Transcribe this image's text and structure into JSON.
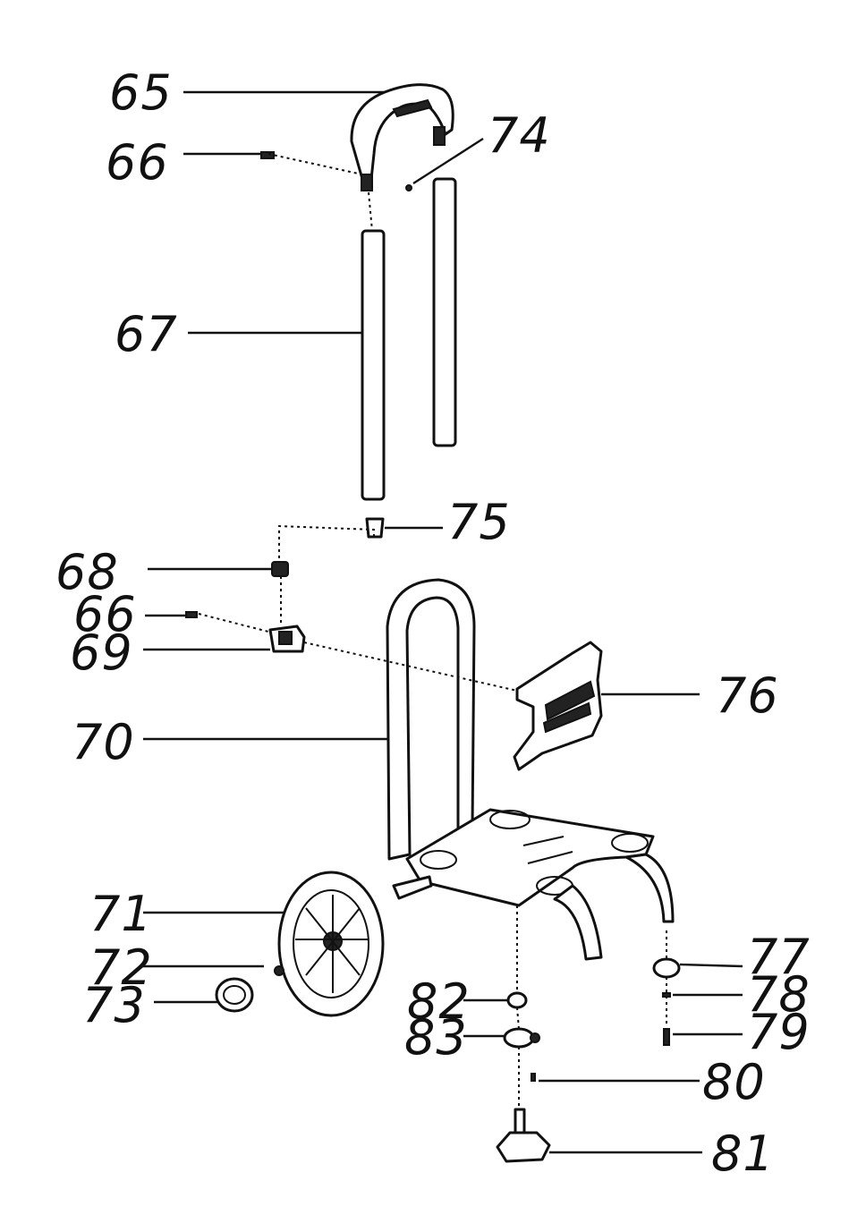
{
  "diagram": {
    "labels": {
      "p65": "65",
      "p66a": "66",
      "p74": "74",
      "p67": "67",
      "p75": "75",
      "p68": "68",
      "p66b": "66",
      "p69": "69",
      "p76": "76",
      "p70": "70",
      "p71": "71",
      "p72": "72",
      "p73": "73",
      "p77": "77",
      "p78": "78",
      "p79": "79",
      "p82": "82",
      "p83": "83",
      "p80": "80",
      "p81": "81"
    }
  }
}
